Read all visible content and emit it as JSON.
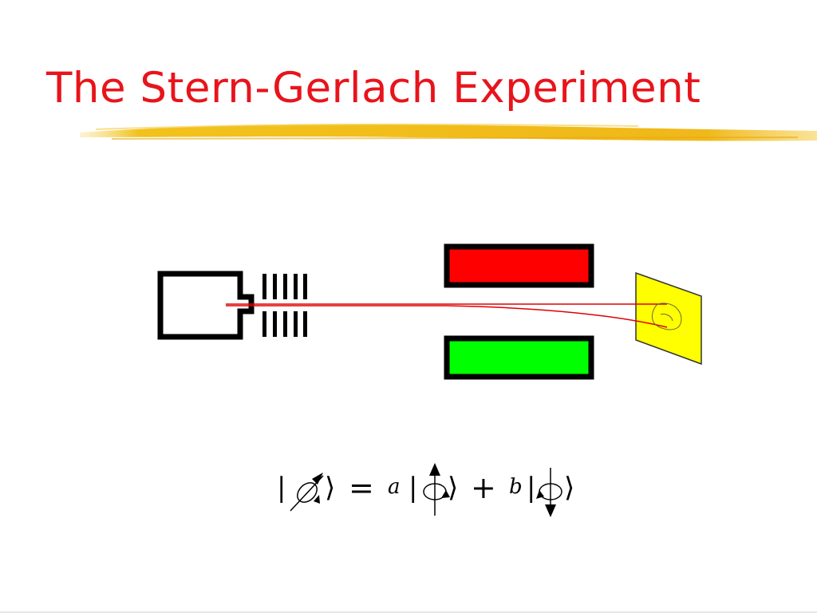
{
  "slide": {
    "title": "The Stern-Gerlach Experiment"
  },
  "colors": {
    "title": "#e8141b",
    "underline": "#f2c21b",
    "magnet_north": "#ff0000",
    "magnet_south": "#00ff00",
    "screen": "#ffff00",
    "beam": "#ff0000",
    "outline": "#000000"
  },
  "equation": {
    "coef_a": "a",
    "coef_b": "b",
    "equals": "=",
    "plus": "+",
    "left_bra": "|",
    "right_ket": "⟩",
    "icons": [
      "tilted-spin-icon",
      "spin-up-icon",
      "spin-down-icon"
    ]
  }
}
